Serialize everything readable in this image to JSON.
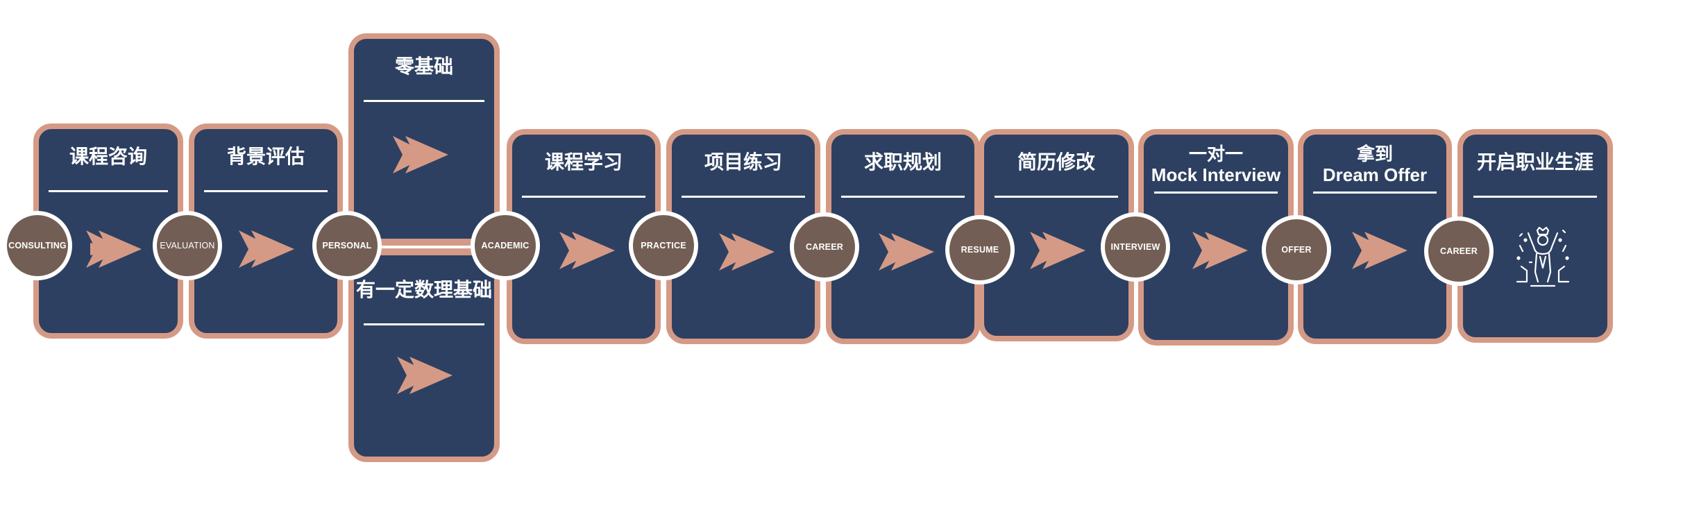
{
  "cards": [
    {
      "id": "consulting-card",
      "title": "课程咨询"
    },
    {
      "id": "evaluation-card",
      "title": "背景评估"
    },
    {
      "id": "zero-basis-card",
      "title": "零基础"
    },
    {
      "id": "math-basis-card",
      "title": "有一定数理基础"
    },
    {
      "id": "course-study-card",
      "title": "课程学习"
    },
    {
      "id": "project-practice-card",
      "title": "项目练习"
    },
    {
      "id": "career-planning-card",
      "title": "求职规划"
    },
    {
      "id": "resume-card",
      "title": "简历修改"
    },
    {
      "id": "mock-interview-card",
      "title_line1": "一对一",
      "title_line2": "Mock Interview"
    },
    {
      "id": "dream-offer-card",
      "title_line1": "拿到",
      "title_line2": "Dream Offer"
    },
    {
      "id": "career-start-card",
      "title": "开启职业生涯"
    }
  ],
  "nodes": [
    "CONSULTING",
    "EVALUATION",
    "PERSONAL",
    "ACADEMIC",
    "PRACTICE",
    "CAREER",
    "RESUME",
    "INTERVIEW",
    "OFFER",
    "CAREER"
  ],
  "colors": {
    "card_bg": "#2d4061",
    "card_border": "#d59a86",
    "arrow": "#d59a86",
    "node_bg": "#735e55",
    "node_border": "#ffffff"
  },
  "icons": {
    "arrow": "chevron-arrow-icon",
    "final": "celebrating-person-icon"
  }
}
